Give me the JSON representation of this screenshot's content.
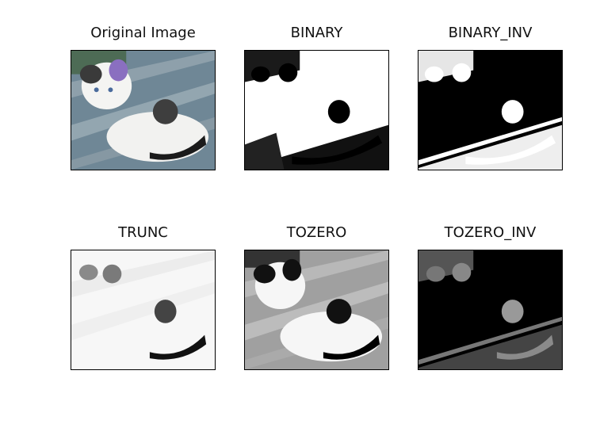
{
  "figure": {
    "panels": [
      {
        "title": "Original Image",
        "variant": "original"
      },
      {
        "title": "BINARY",
        "variant": "binary"
      },
      {
        "title": "BINARY_INV",
        "variant": "binary_inv"
      },
      {
        "title": "TRUNC",
        "variant": "trunc"
      },
      {
        "title": "TOZERO",
        "variant": "tozero"
      },
      {
        "title": "TOZERO_INV",
        "variant": "tozero_inv"
      }
    ]
  },
  "colors": {
    "background": "#ffffff",
    "frame": "#000000"
  }
}
